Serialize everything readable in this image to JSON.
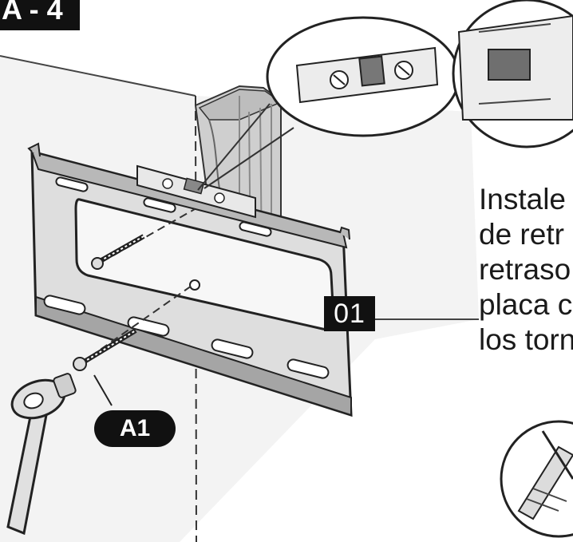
{
  "step_header": {
    "label": "A - 4"
  },
  "part_label": "01",
  "hardware_badge": "A1",
  "instructions": {
    "lines": [
      "Instale",
      "de retr",
      "retraso",
      "placa c",
      "los torn"
    ]
  },
  "colors": {
    "ink": "#111111",
    "metal_light": "#d9d9d9",
    "metal_mid": "#a8a8a8",
    "wood": "#bdbdbd",
    "paper": "#ffffff"
  },
  "icons": [
    "spirit-level-icon",
    "wrench-icon",
    "lag-bolt-icon",
    "drill-bit-icon"
  ]
}
